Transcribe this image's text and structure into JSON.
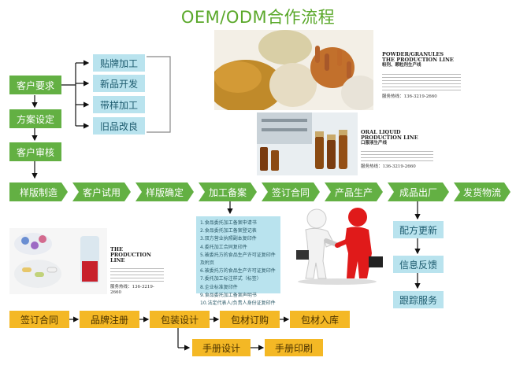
{
  "title": "OEM/ODM合作流程",
  "left_column": [
    "客户要求",
    "方案设定",
    "客户审核"
  ],
  "branch_options": [
    "贴牌加工",
    "新品开发",
    "带样加工",
    "旧品改良"
  ],
  "main_flow": [
    "样版制造",
    "客户试用",
    "样版确定",
    "加工备案",
    "签订合同",
    "产品生产",
    "成品出厂",
    "发货物流"
  ],
  "filing_documents": [
    "1.食品委托加工备案申请书",
    "2.食品委托加工备案登记表",
    "3.双方营业执照副本复印件",
    "4.委托加工合同复印件",
    "5.被委托方的食品生产许可证复印件及附页",
    "6.被委托方的食品生产许可证复印件",
    "7.委托加工标注样式（标签）",
    "8.企业标准复印件",
    "9.食品委托加工备案声明书",
    "10.法定代表人/负责人身份证复印件"
  ],
  "after_sales": [
    "配方更新",
    "信息反馈",
    "跟踪服务"
  ],
  "bottom_flow": [
    "签订合同",
    "品牌注册",
    "包装设计",
    "包材订购",
    "包材入库"
  ],
  "manual_flow": [
    "手册设计",
    "手册印刷"
  ],
  "photo_captions": {
    "powder": {
      "heading": [
        "POWDER/GRANULES",
        "THE PRODUCTION LINE"
      ],
      "subheading": "粉剂、颗粒剂生产线",
      "phone": "服务热线：136-3219-2660"
    },
    "liquid": {
      "heading": [
        "ORAL LIQUID",
        "PRODUCTION LINE"
      ],
      "subheading": "口服液生产线",
      "phone": "服务热线：136-3219-2660"
    },
    "tablet": {
      "heading": [
        "THE PRODUCTION",
        "LINE"
      ],
      "phone": "服务热线：136-3219-2660"
    }
  },
  "colors": {
    "green": "#63b043",
    "light_blue": "#b9e3ee",
    "orange": "#f4b825",
    "title_green": "#5aa82a",
    "person_red": "#e01a1a"
  }
}
